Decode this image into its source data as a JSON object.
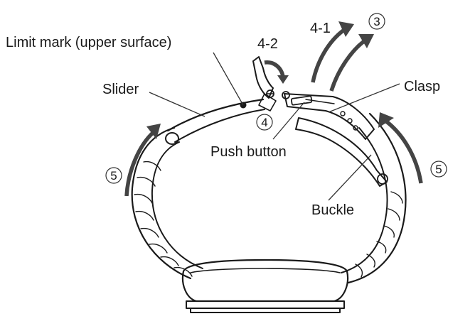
{
  "labels": {
    "limit_mark": "Limit mark (upper surface)",
    "slider": "Slider",
    "clasp": "Clasp",
    "push_button": "Push button",
    "buckle": "Buckle"
  },
  "steps": {
    "s4_1": "4-1",
    "s4_2": "4-2",
    "s3": "3",
    "s4": "4",
    "s5_left": "5",
    "s5_right": "5"
  },
  "colors": {
    "ink": "#1a1a1a",
    "arrow": "#444444"
  }
}
